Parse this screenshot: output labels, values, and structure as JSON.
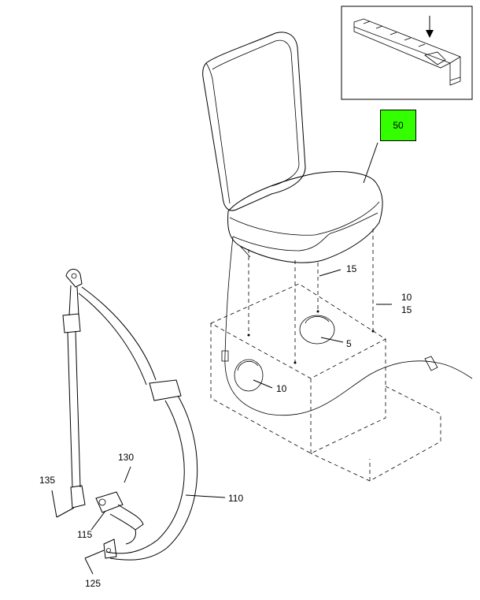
{
  "callouts": {
    "c50": "50",
    "c15a": "15",
    "c10a": "10",
    "c15b": "15",
    "c5": "5",
    "c10b": "10",
    "c130": "130",
    "c135": "135",
    "c110": "110",
    "c115": "115",
    "c125": "125"
  },
  "colors": {
    "highlight": "#33ff00",
    "line": "#000000",
    "background": "#ffffff"
  },
  "icons": {
    "inset": "seat-track-rail-icon",
    "arrow": "arrow-down-icon"
  }
}
